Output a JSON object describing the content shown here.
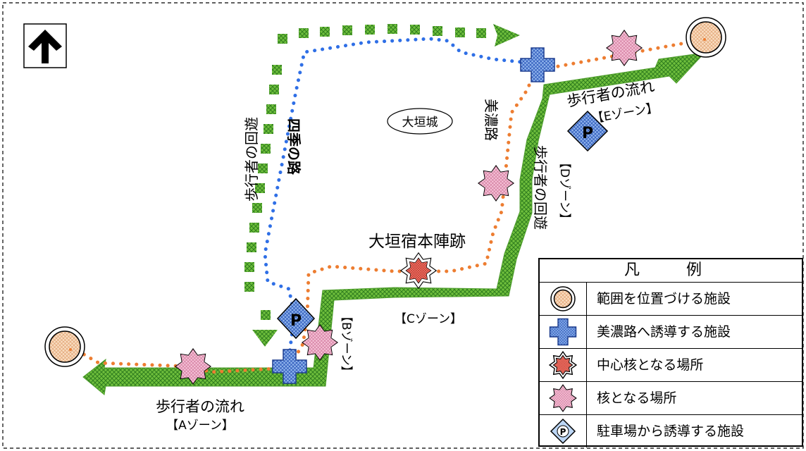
{
  "map": {
    "north_arrow": "↑",
    "castle_label": "大垣城",
    "street_label_vertical": "美濃路",
    "shiki_michi_label": "四季の路",
    "central_site_label": "大垣宿本陣跡",
    "flows": {
      "west_flow": "歩行者の流れ",
      "east_flow": "歩行者の流れ",
      "west_loop": "歩行者の回遊",
      "east_loop": "歩行者の回遊"
    },
    "zones": {
      "a": "【Aゾーン】",
      "b": "【Bゾーン】",
      "c": "【Cゾーン】",
      "d": "【Dゾーン】",
      "e": "【Eゾーン】"
    },
    "parking_letter": "P"
  },
  "legend": {
    "title": "凡　例",
    "items": [
      {
        "icon": "range-facility-circle-icon",
        "label": "範囲を位置づける施設"
      },
      {
        "icon": "guide-to-minoji-cross-icon",
        "label": "美濃路へ誘導する施設"
      },
      {
        "icon": "central-core-star-icon",
        "label": "中心核となる場所"
      },
      {
        "icon": "core-place-star-icon",
        "label": "核となる場所"
      },
      {
        "icon": "parking-guide-diamond-icon",
        "label": "駐車場から誘導する施設"
      }
    ]
  },
  "colors": {
    "green_arrow": "#6fbf3c",
    "blue_dots": "#2f6fe6",
    "orange_dots": "#ed7d31",
    "circle_fill": "#f8d7b8",
    "cross_fill": "#7fa6e6",
    "central_star_fill": "#e25b4e",
    "core_star_fill": "#f2b8cf",
    "parking_fill": "#bcd6f5"
  }
}
